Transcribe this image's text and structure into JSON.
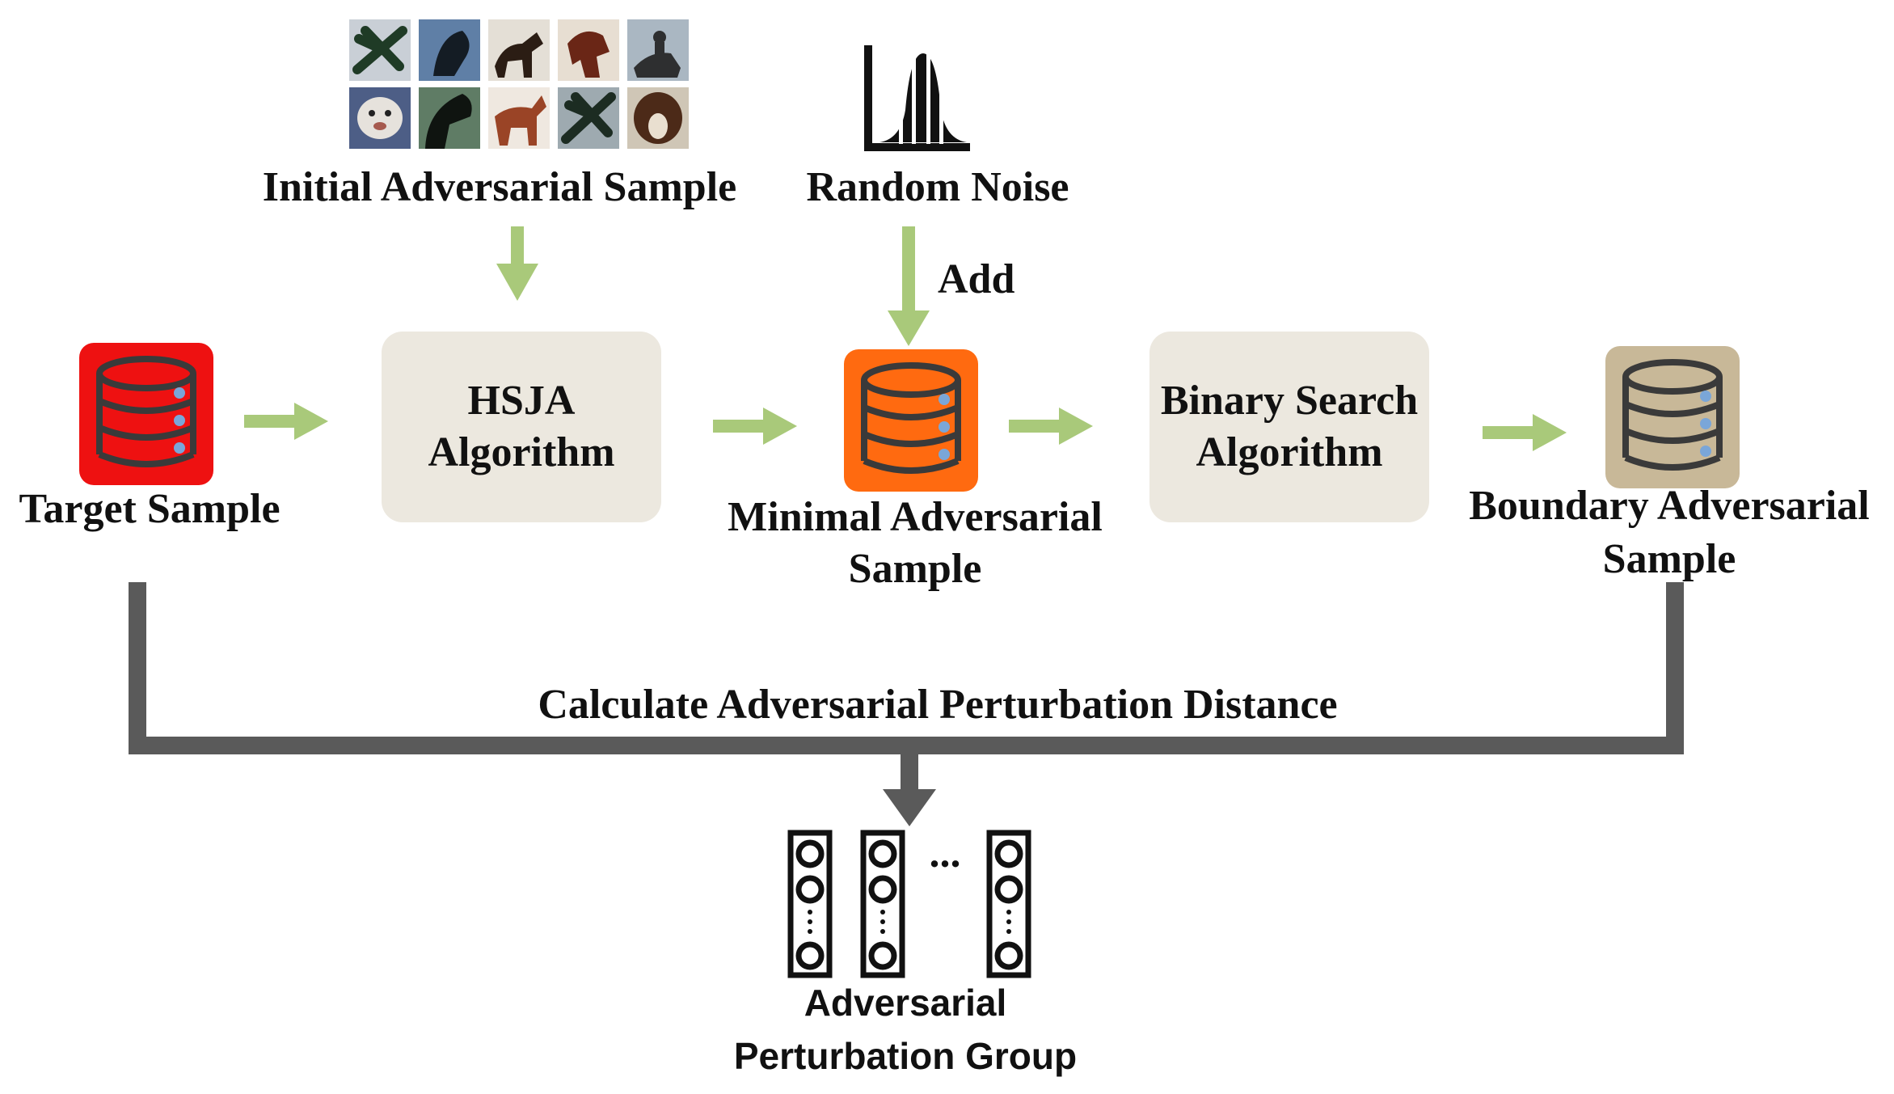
{
  "top": {
    "initial_adversarial_sample": "Initial Adversarial Sample",
    "random_noise": "Random Noise",
    "add": "Add"
  },
  "nodes": {
    "target_sample": "Target Sample",
    "hsja": {
      "line1": "HSJA",
      "line2": "Algorithm"
    },
    "minimal": {
      "line1": "Minimal Adversarial",
      "line2": "Sample"
    },
    "binary": {
      "line1": "Binary Search",
      "line2": "Algorithm"
    },
    "boundary": {
      "line1": "Boundary Adversarial",
      "line2": "Sample"
    }
  },
  "bottom": {
    "calculate": "Calculate Adversarial Perturbation Distance",
    "ellipsis": "...",
    "group_line1": "Adversarial",
    "group_line2": "Perturbation Group"
  },
  "colors": {
    "target_db": "#ee1111",
    "minimal_db": "#ff6a10",
    "boundary_db": "#c8b898",
    "process_box": "#ece8df",
    "flow_arrow": "#a9c97a",
    "connector": "#5a5a5a"
  },
  "icons": {
    "database": "database-icon",
    "noise": "distribution-chart-icon",
    "samples": "image-grid-icon",
    "vector": "vector-column-icon"
  }
}
